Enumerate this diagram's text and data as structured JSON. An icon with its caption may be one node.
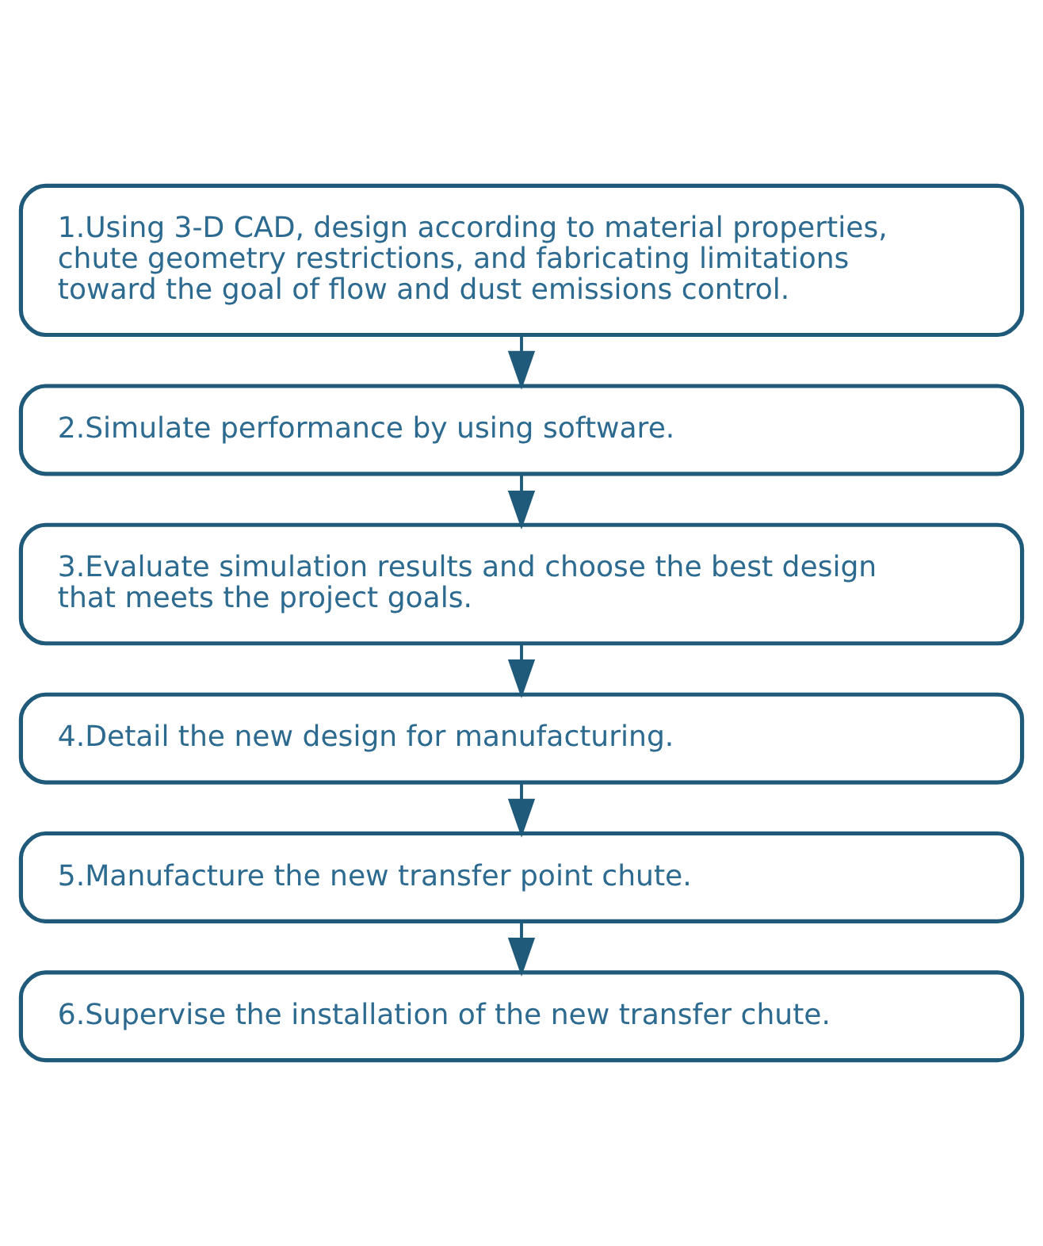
{
  "diagram": {
    "nodes": [
      {
        "text": [
          "1.Using 3-D CAD, design according to material properties, chute geometry restrictions, and fabricating limitations toward the goal of flow and dust emissions control."
        ]
      },
      {
        "text": [
          "2.Simulate performance by using software."
        ]
      },
      {
        "text": [
          "3.Evaluate simulation results and choose the best design that meets the project goals."
        ]
      },
      {
        "text": [
          "4.Detail the new design for manufacturing."
        ]
      },
      {
        "text": [
          "5.Manufacture the new transfer point chute."
        ]
      },
      {
        "text": [
          "6.Supervise the installation of the new transfer chute."
        ]
      }
    ],
    "edges": [
      {
        "from": 0,
        "to": 1,
        "arrow": "to"
      },
      {
        "from": 1,
        "to": 2,
        "arrow": "to"
      },
      {
        "from": 2,
        "to": 3,
        "arrow": "to"
      },
      {
        "from": 3,
        "to": 4,
        "arrow": "to"
      },
      {
        "from": 4,
        "to": 5,
        "arrow": "to"
      }
    ]
  }
}
